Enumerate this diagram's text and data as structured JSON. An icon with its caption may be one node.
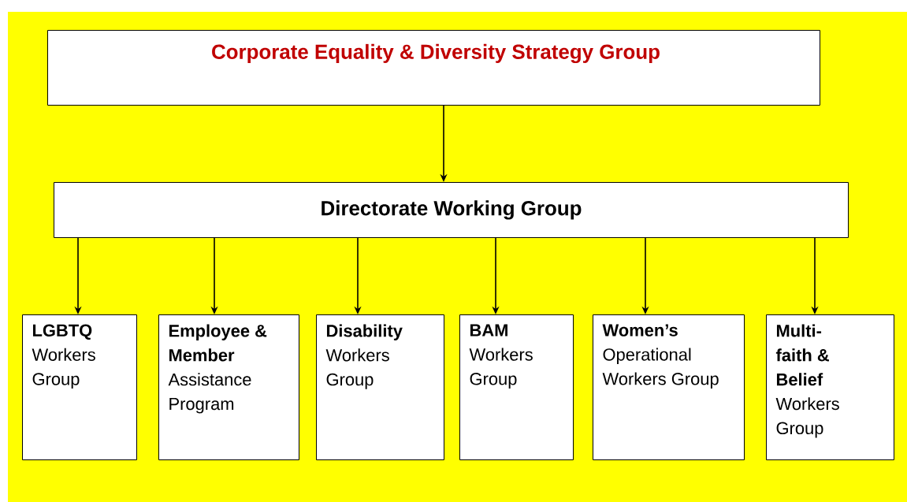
{
  "diagram": {
    "nodes": [
      {
        "text": [
          "Corporate Equality & Diversity Strategy Group"
        ]
      },
      {
        "text": [
          "Directorate Working Group"
        ]
      },
      {
        "text": [
          "LGBTQ",
          "Workers Group"
        ]
      },
      {
        "text": [
          "Employee & Member",
          "Assistance Program"
        ]
      },
      {
        "text": [
          "Disability",
          "Workers Group"
        ]
      },
      {
        "text": [
          "BAM",
          "Workers Group"
        ]
      },
      {
        "text": [
          "Women’s",
          "Operational Workers Group"
        ]
      },
      {
        "text": [
          "Multi-faith & Belief",
          "Workers Group"
        ]
      }
    ],
    "edges": [
      {
        "from": 0,
        "to": 1,
        "arrow": "to"
      },
      {
        "from": 1,
        "to": 2,
        "arrow": "to"
      },
      {
        "from": 1,
        "to": 3,
        "arrow": "to"
      },
      {
        "from": 1,
        "to": 4,
        "arrow": "to"
      },
      {
        "from": 1,
        "to": 5,
        "arrow": "to"
      },
      {
        "from": 1,
        "to": 6,
        "arrow": "to"
      },
      {
        "from": 1,
        "to": 7,
        "arrow": "to"
      }
    ]
  }
}
